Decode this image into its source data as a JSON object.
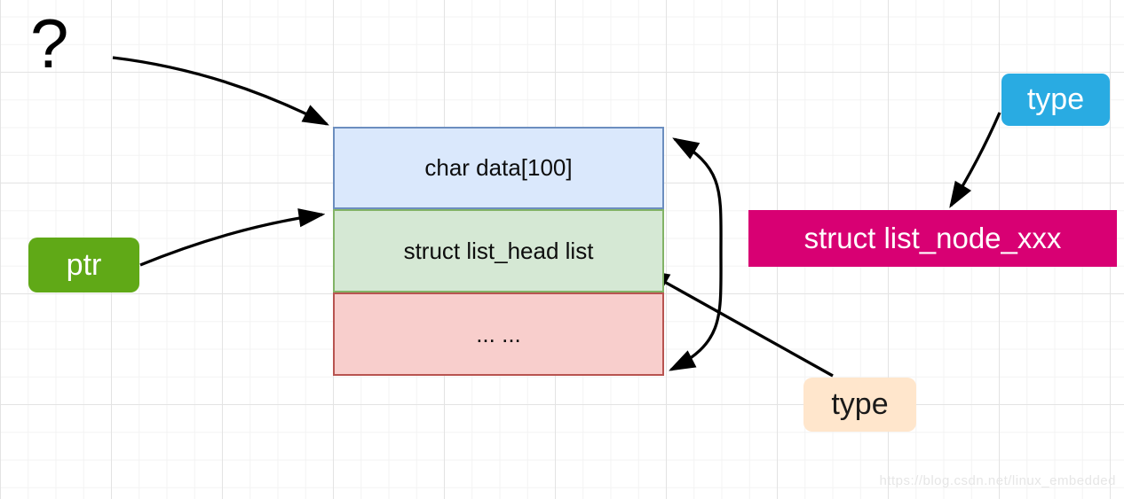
{
  "diagram": {
    "question_mark": "?",
    "struct_box": {
      "fields": [
        {
          "label": "char data[100]",
          "fill": "#dae8fc",
          "border": "#6c8ebf"
        },
        {
          "label": "struct list_head list",
          "fill": "#d5e8d4",
          "border": "#82b366"
        },
        {
          "label": "... ...",
          "fill": "#f8cecc",
          "border": "#b85450"
        }
      ]
    },
    "badges": {
      "ptr": "ptr",
      "type_top": "type",
      "type_bottom": "type",
      "banner": "struct list_node_xxx"
    },
    "colors": {
      "ptr_bg": "#60a917",
      "type_top_bg": "#29abe2",
      "type_bottom_bg": "#ffe6cc",
      "banner_bg": "#d80073",
      "arrow": "#000000"
    },
    "watermark": "https://blog.csdn.net/linux_embedded"
  }
}
